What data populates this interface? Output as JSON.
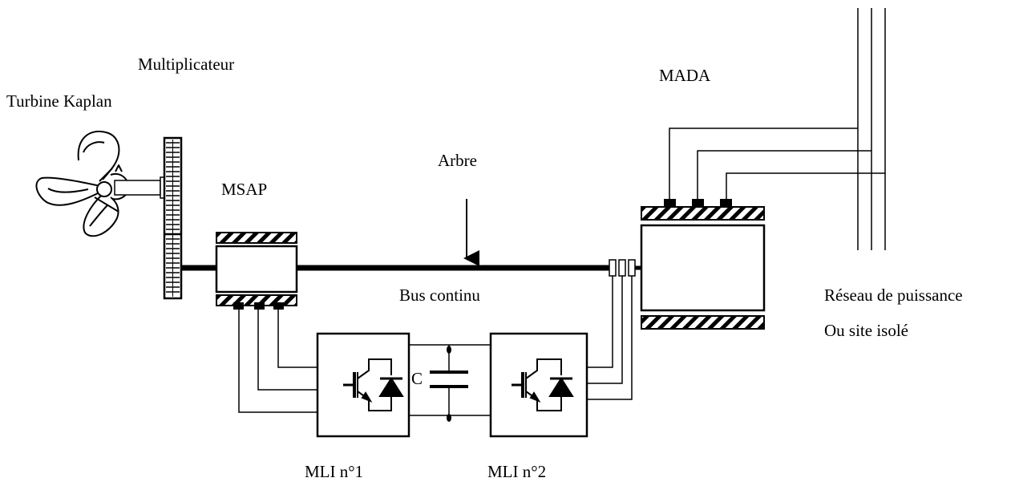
{
  "labels": {
    "multiplier": "Multiplicateur",
    "turbine": "Turbine Kaplan",
    "msap": "MSAP",
    "shaft": "Arbre",
    "mada": "MADA",
    "dc_bus": "Bus continu",
    "grid_line1": "Réseau de puissance",
    "grid_line2": "Ou site isolé",
    "capacitor": "C",
    "pwm1": "MLI n°1",
    "pwm2": "MLI  n°2"
  },
  "colors": {
    "ink": "#000000",
    "background": "#ffffff"
  },
  "icons": [
    "kaplan-turbine-icon",
    "igbt-diode-icon"
  ]
}
